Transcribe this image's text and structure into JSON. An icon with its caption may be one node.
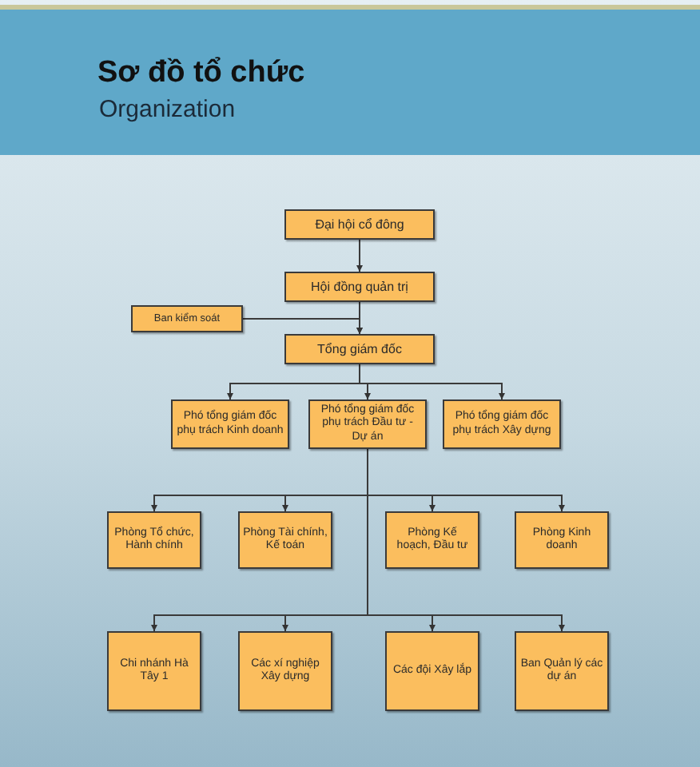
{
  "diagram": {
    "title": "Sơ đồ tổ chức",
    "caption": "Organization",
    "nodes": [
      {
        "text": [
          "Đại hội cổ đông"
        ]
      },
      {
        "text": [
          "Hội đồng quản trị"
        ]
      },
      {
        "text": [
          "Ban kiểm soát"
        ]
      },
      {
        "text": [
          "Tổng giám đốc"
        ]
      },
      {
        "text": [
          "Phó tổng giám đốc phụ trách Kinh doanh"
        ]
      },
      {
        "text": [
          "Phó tổng giám đốc phụ trách Đầu tư - Dự án"
        ]
      },
      {
        "text": [
          "Phó tổng giám đốc phụ trách Xây dựng"
        ]
      },
      {
        "text": [
          "Phòng Tổ chức, Hành chính"
        ]
      },
      {
        "text": [
          "Phòng Tài chính, Kế toán"
        ]
      },
      {
        "text": [
          "Phòng Kế hoạch, Đầu tư"
        ]
      },
      {
        "text": [
          "Phòng Kinh doanh"
        ]
      },
      {
        "text": [
          "Chi nhánh Hà Tây 1"
        ]
      },
      {
        "text": [
          "Các xí nghiệp Xây dựng"
        ]
      },
      {
        "text": [
          "Các đội Xây lắp"
        ]
      },
      {
        "text": [
          "Ban Quản lý các dự án"
        ]
      }
    ],
    "edges": [
      {
        "from": 0,
        "to": 1,
        "arrow": "to"
      },
      {
        "from": 1,
        "to": 3,
        "arrow": "to"
      },
      {
        "from": 2,
        "to": 3,
        "arrow": "to"
      },
      {
        "from": 3,
        "to": 4,
        "arrow": "to"
      },
      {
        "from": 3,
        "to": 5,
        "arrow": "to"
      },
      {
        "from": 3,
        "to": 6,
        "arrow": "to"
      },
      {
        "from": 5,
        "to": 7,
        "arrow": "to"
      },
      {
        "from": 5,
        "to": 8,
        "arrow": "to"
      },
      {
        "from": 5,
        "to": 9,
        "arrow": "to"
      },
      {
        "from": 5,
        "to": 10,
        "arrow": "to"
      },
      {
        "from": 5,
        "to": 11,
        "arrow": "to"
      },
      {
        "from": 5,
        "to": 12,
        "arrow": "to"
      },
      {
        "from": 5,
        "to": 13,
        "arrow": "to"
      },
      {
        "from": 5,
        "to": 14,
        "arrow": "to"
      }
    ]
  }
}
